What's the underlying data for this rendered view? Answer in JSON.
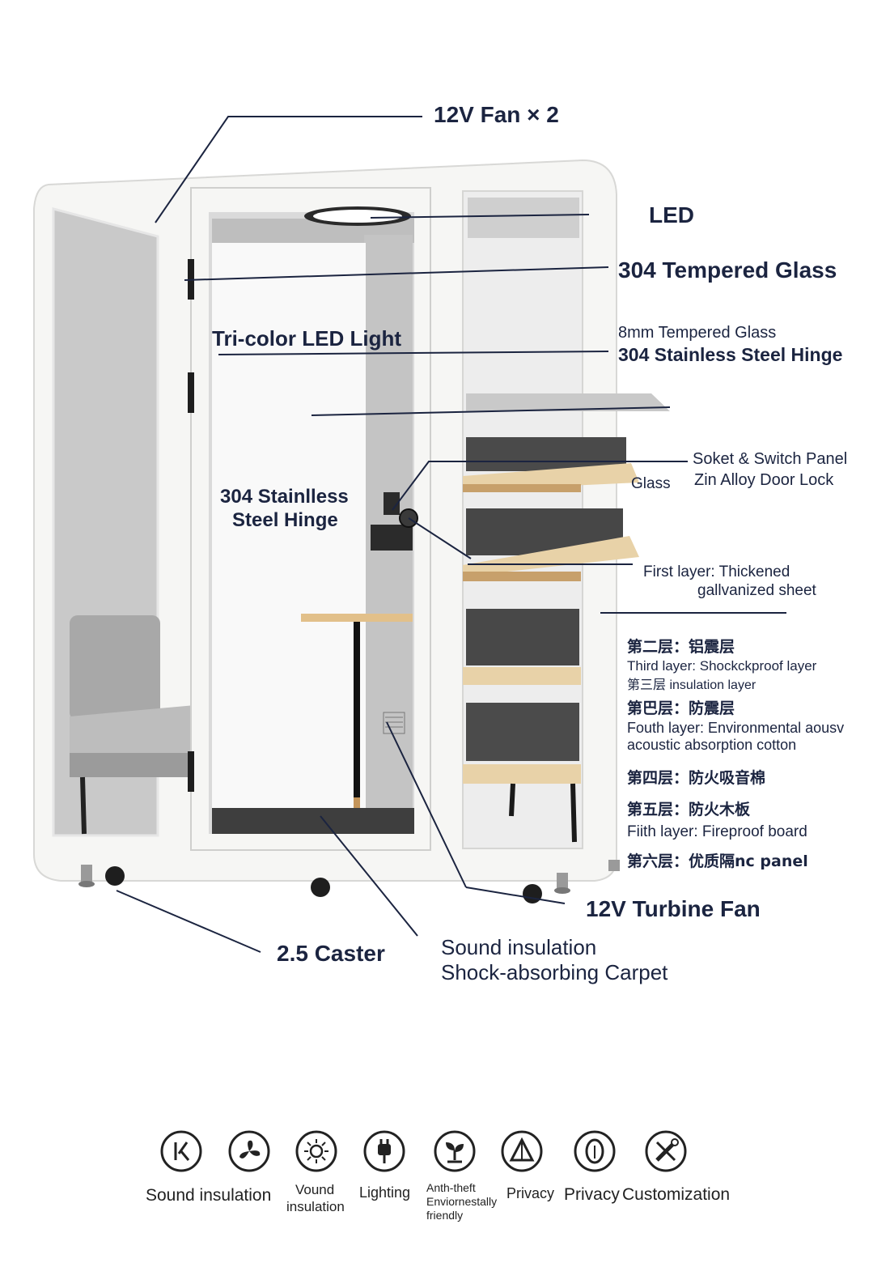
{
  "callouts": {
    "fan_top": "12V Fan × 2",
    "led": "LED",
    "glass_304": "304 Tempered Glass",
    "tricolor": "Tri-color LED Light",
    "glass_8mm": "8mm Tempered Glass",
    "hinge_right": "304 Stainless Steel Hinge",
    "socket_panel": "Soket & Switch Panel",
    "door_lock": "Zin Alloy Door Lock",
    "glass": "Glass",
    "hinge_left_1": "304 Stainlless",
    "hinge_left_2": "Steel Hinge",
    "layer1_a": "First layer: Thickened",
    "layer1_b": "gallvanized sheet",
    "layer2_cn": "第二层：铝震层",
    "layer3_en": "Third layer: Shockckproof layer",
    "layer3_cn": "第三层 insulation layer",
    "layer3b_cn": "第巴层：防震层",
    "layer4_en_a": "Fouth layer: Environmental aousv",
    "layer4_en_b": "acoustic absorption cotton",
    "layer4_cn": "第四层：防火吸音棉",
    "layer5_cn": "第五层：防火木板",
    "layer5_en": "Fiith layer: Fireproof board",
    "layer6_cn": "第六层：优质隔nc panel",
    "turbine_fan": "12V Turbine Fan",
    "caster": "2.5 Caster",
    "carpet_a": "Sound insulation",
    "carpet_b": "Shock-absorbing Carpet"
  },
  "features": [
    {
      "icon": "sound-insulation-icon",
      "label": "Sound insulation"
    },
    {
      "icon": "fan-icon",
      "label_a": "Vound",
      "label_b": "insulation"
    },
    {
      "icon": "lighting-icon",
      "label": "Lighting"
    },
    {
      "icon": "plug-icon",
      "label_a": "Anth-theft",
      "label_b": "Enviornestally",
      "label_c": "friendly"
    },
    {
      "icon": "plant-icon",
      "label": "Privacy"
    },
    {
      "icon": "privacy-tent-icon",
      "label": "Privacy"
    },
    {
      "icon": "leaf-icon",
      "label": "Customization"
    },
    {
      "icon": "tools-icon",
      "label": ""
    }
  ],
  "colors": {
    "ink": "#1b2440",
    "booth_white": "#f6f6f4",
    "felt_gray": "#c9c9c9",
    "wood": "#e8d2a8",
    "foam": "#4a4a4a"
  }
}
